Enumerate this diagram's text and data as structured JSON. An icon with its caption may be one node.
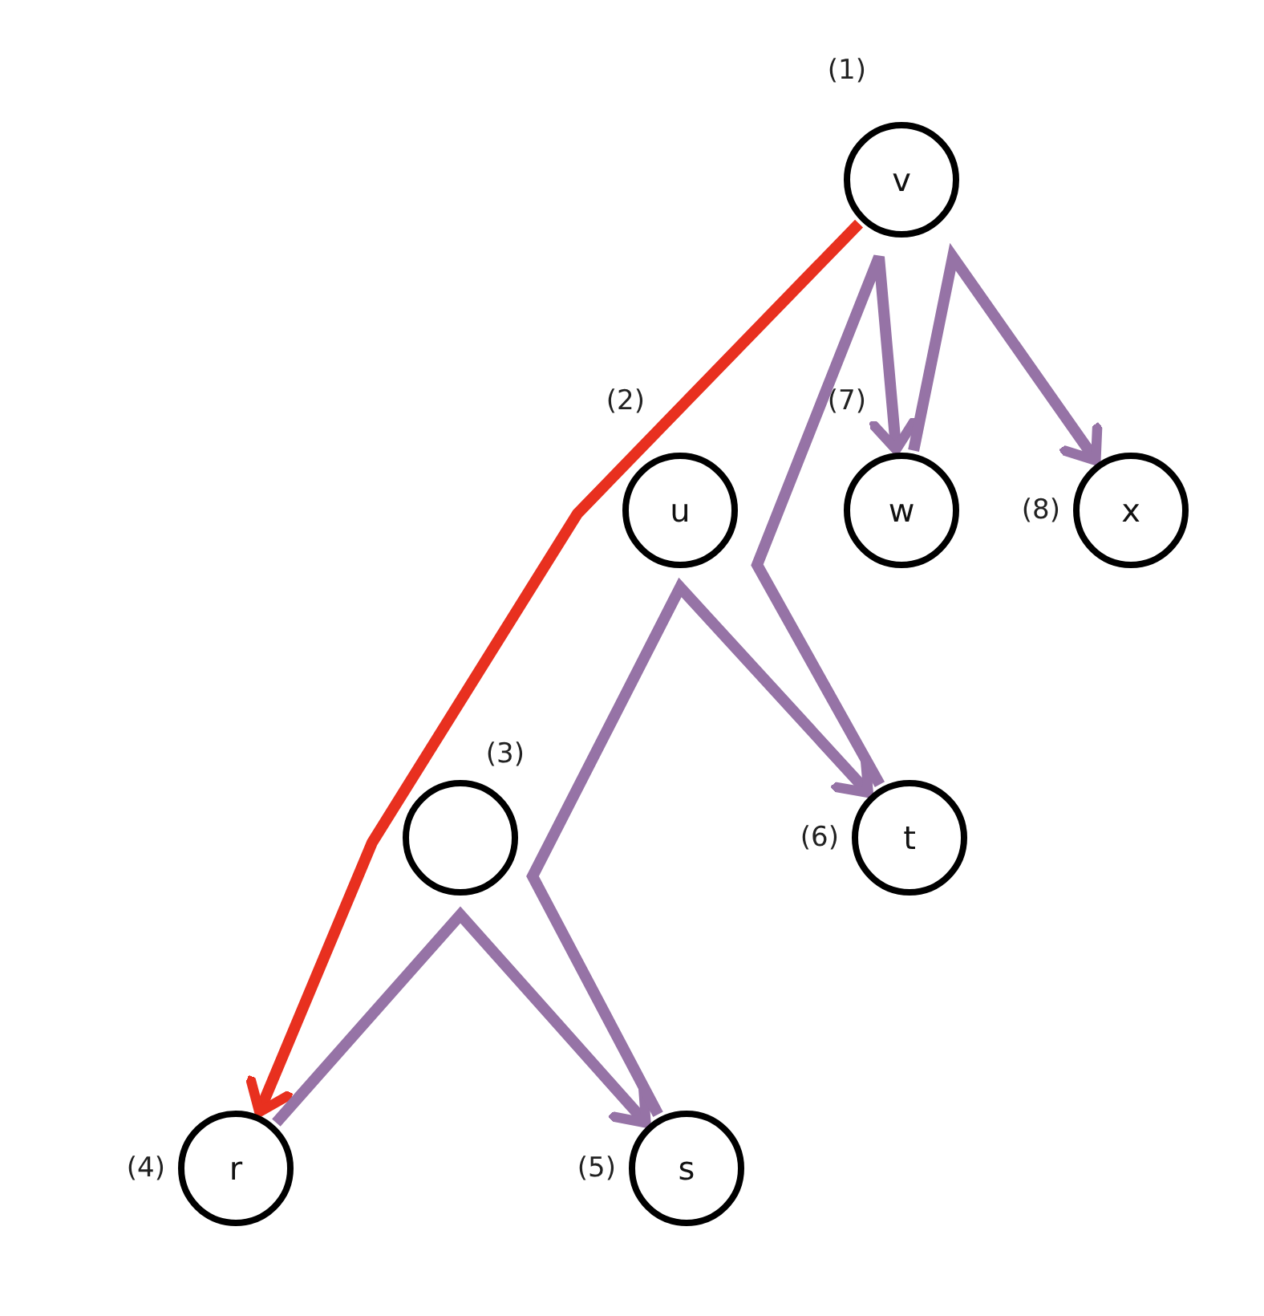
{
  "diagram": {
    "nodes": [
      {
        "text": [
          "v"
        ],
        "beside": [
          "(1)"
        ]
      },
      {
        "text": [
          "u"
        ],
        "beside": [
          "(2)"
        ]
      },
      {
        "text": [],
        "shape": "circle",
        "beside": [
          "(3)"
        ]
      },
      {
        "text": [
          "r"
        ],
        "beside": [
          "(4)"
        ]
      },
      {
        "text": [
          "s"
        ],
        "beside": [
          "(5)"
        ]
      },
      {
        "text": [
          "t"
        ],
        "beside": [
          "(6)"
        ]
      },
      {
        "text": [
          "w"
        ],
        "beside": [
          "(7)"
        ]
      },
      {
        "text": [
          "x"
        ],
        "beside": [
          "(8)"
        ]
      }
    ],
    "edges": [
      {
        "from": 0,
        "to": 3,
        "arrow": "to",
        "color": "#e8301f"
      },
      {
        "from": 3,
        "to": 4,
        "arrow": "to"
      },
      {
        "from": 4,
        "to": 5,
        "arrow": "to"
      },
      {
        "from": 5,
        "to": 6,
        "arrow": "to"
      },
      {
        "from": 6,
        "to": 7,
        "arrow": "to"
      }
    ]
  }
}
